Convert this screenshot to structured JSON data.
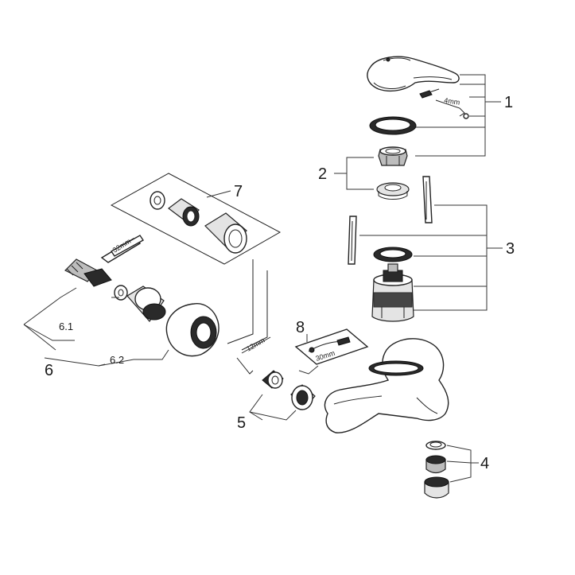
{
  "callouts": {
    "c1": "1",
    "c2": "2",
    "c3": "3",
    "c4": "4",
    "c5": "5",
    "c6": "6",
    "c6_1": "6.1",
    "c6_2": "6.2",
    "c7": "7",
    "c8": "8"
  },
  "tool_labels": {
    "hex_key_handle": "4mm",
    "hex_key_body": "12mm",
    "wrench_left": "32mm",
    "wrench_right": "30mm"
  }
}
